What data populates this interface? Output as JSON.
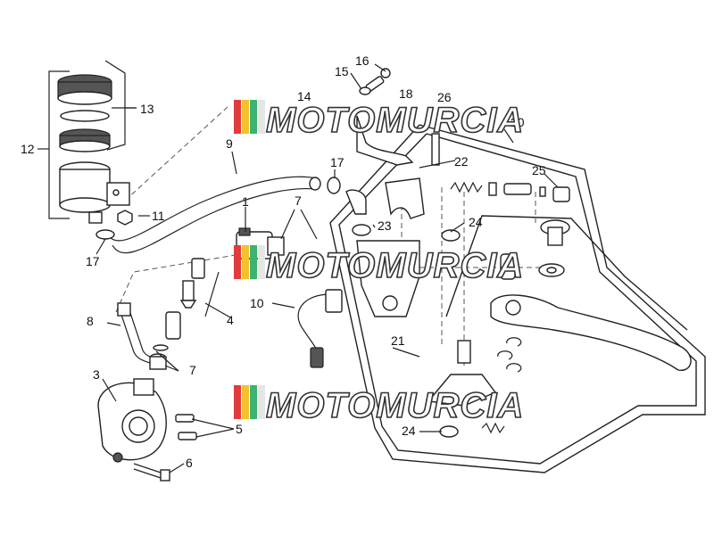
{
  "watermark": {
    "text": "MOTOMURCIA",
    "colors": [
      "#e23b3b",
      "#f2c12e",
      "#3cb371",
      "#e6e6e6"
    ]
  },
  "callouts": {
    "c1": "1",
    "c3": "3",
    "c4": "4",
    "c5": "5",
    "c6": "6",
    "c7a": "7",
    "c7b": "7",
    "c8": "8",
    "c9": "9",
    "c10": "10",
    "c11": "11",
    "c12": "12",
    "c13": "13",
    "c14": "14",
    "c15": "15",
    "c16": "16",
    "c17a": "17",
    "c17b": "17",
    "c18": "18",
    "c20": "20",
    "c21": "21",
    "c22": "22",
    "c23": "23",
    "c24a": "24",
    "c24b": "24",
    "c25": "25",
    "c26": "26"
  }
}
